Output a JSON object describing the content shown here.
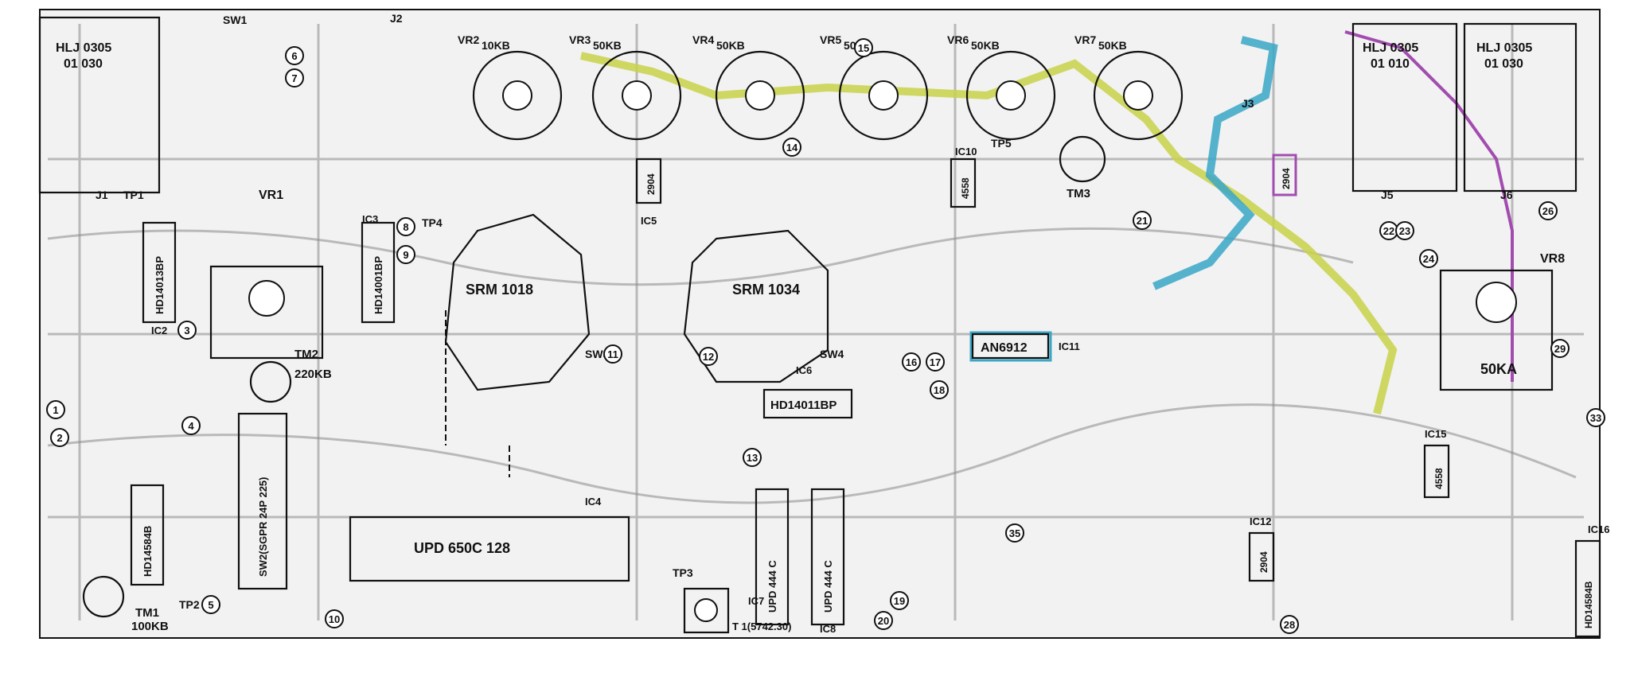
{
  "board": {
    "potentiometers": [
      {
        "ref": "VR2",
        "value": "10KB"
      },
      {
        "ref": "VR3",
        "value": "50KB"
      },
      {
        "ref": "VR4",
        "value": "50KB"
      },
      {
        "ref": "VR5",
        "value": "50KB"
      },
      {
        "ref": "VR6",
        "value": "50KB"
      },
      {
        "ref": "VR7",
        "value": "50KB"
      }
    ],
    "vr1_label": "VR1",
    "vr8_label": "VR8",
    "vr8_value": "50KA",
    "tm2_label": "TM2",
    "tm2_value": "220KB",
    "tm1_label": "TM1",
    "tm1_value": "100KB",
    "tm3_label": "TM3",
    "chips": {
      "srm1018": "SRM 1018",
      "srm1034": "SRM\n1034",
      "upd650c": "UPD 650C 128",
      "an6912": "AN6912",
      "hd14011bp_mid": "HD14011BP",
      "hd14013bp": "HD14013BP",
      "hd14001bp": "HD14001BP",
      "hd14584b_left": "HD14584B",
      "hd14584b_right": "HD14584B",
      "sw2": "SW2(SGPR 24P 225)",
      "upd444c_1": "UPD 444 C",
      "upd444c_2": "UPD 444 C",
      "c2904_ic5": "2904",
      "c2904_ic12": "2904",
      "c4558_ic10": "4558",
      "c4558_ic15": "4558",
      "c2904_purple": "2904"
    },
    "relays": [
      {
        "line1": "HLJ 0305",
        "line2": "01 030"
      },
      {
        "line1": "HLJ 0305",
        "line2": "01 010"
      },
      {
        "line1": "HLJ 0305",
        "line2": "01 030"
      }
    ],
    "ic_labels": [
      "IC2",
      "IC3",
      "IC4",
      "IC5",
      "IC6",
      "IC7",
      "IC8",
      "IC10",
      "IC11",
      "IC12",
      "IC15",
      "IC16"
    ],
    "switch_labels": [
      "SW1",
      "SW3",
      "SW4"
    ],
    "jack_labels": [
      "J1",
      "J2",
      "J3",
      "J5",
      "J6"
    ],
    "test_points": [
      "TP1",
      "TP2",
      "TP3",
      "TP4",
      "TP5"
    ],
    "circled_numbers": [
      "1",
      "2",
      "3",
      "4",
      "5",
      "6",
      "7",
      "8",
      "9",
      "10",
      "11",
      "12",
      "13",
      "14",
      "15",
      "16",
      "17",
      "18",
      "19",
      "20",
      "21",
      "22",
      "23",
      "24",
      "26",
      "28",
      "29",
      "33",
      "35"
    ],
    "transformer_label": "T 1(5742.30)",
    "colors": {
      "yellow_trace": "#c9d24a",
      "cyan_trace": "#3aa7c7",
      "purple_trace": "#a24cb0",
      "silkscreen": "#111111",
      "copper": "#8a8a8a"
    }
  }
}
